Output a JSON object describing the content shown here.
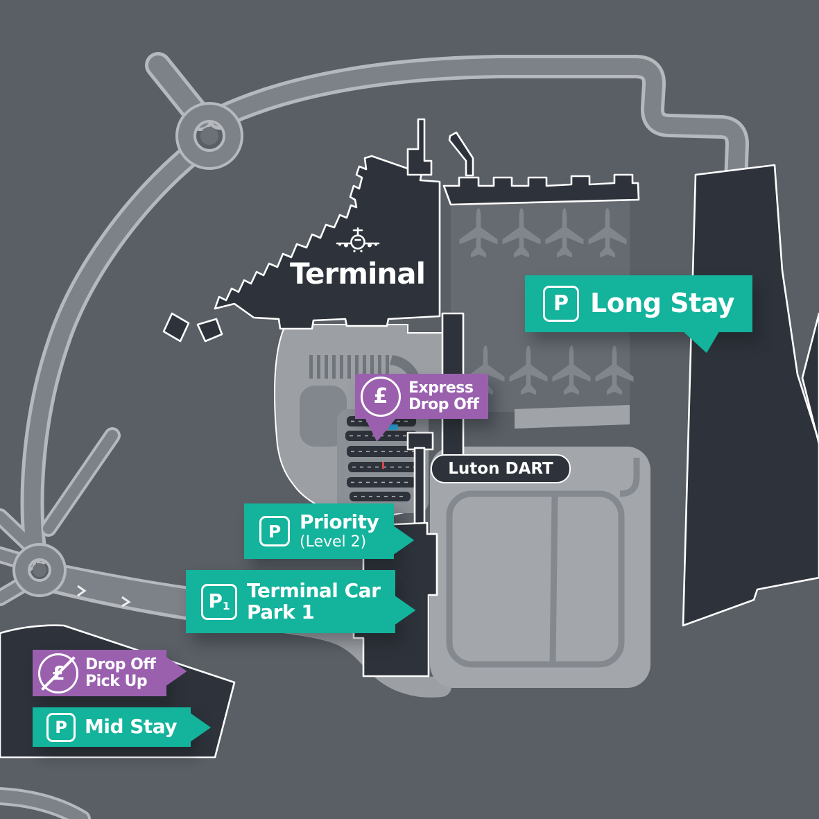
{
  "colors": {
    "parking_teal": "#13b39c",
    "dropoff_purple": "#9a60ae",
    "background": "#5a5f66",
    "building_dark": "#2e333b",
    "road": "#7d8289",
    "road_edge": "#b5b8bc"
  },
  "labels": {
    "terminal": {
      "text": "Terminal"
    },
    "long_stay": {
      "badge": "P",
      "text": "Long Stay"
    },
    "express_drop_off": {
      "badge": "£",
      "line1": "Express",
      "line2": "Drop Off"
    },
    "luton_dart": {
      "text": "Luton DART"
    },
    "priority": {
      "badge": "P",
      "text": "Priority",
      "subtext": "(Level 2)"
    },
    "terminal_car_park_1": {
      "badge": "P",
      "badge_sub": "1",
      "line1": "Terminal Car",
      "line2": "Park 1"
    },
    "drop_off_pick_up": {
      "badge": "£",
      "line1": "Drop Off",
      "line2": "Pick Up"
    },
    "mid_stay": {
      "badge": "P",
      "text": "Mid Stay"
    }
  }
}
